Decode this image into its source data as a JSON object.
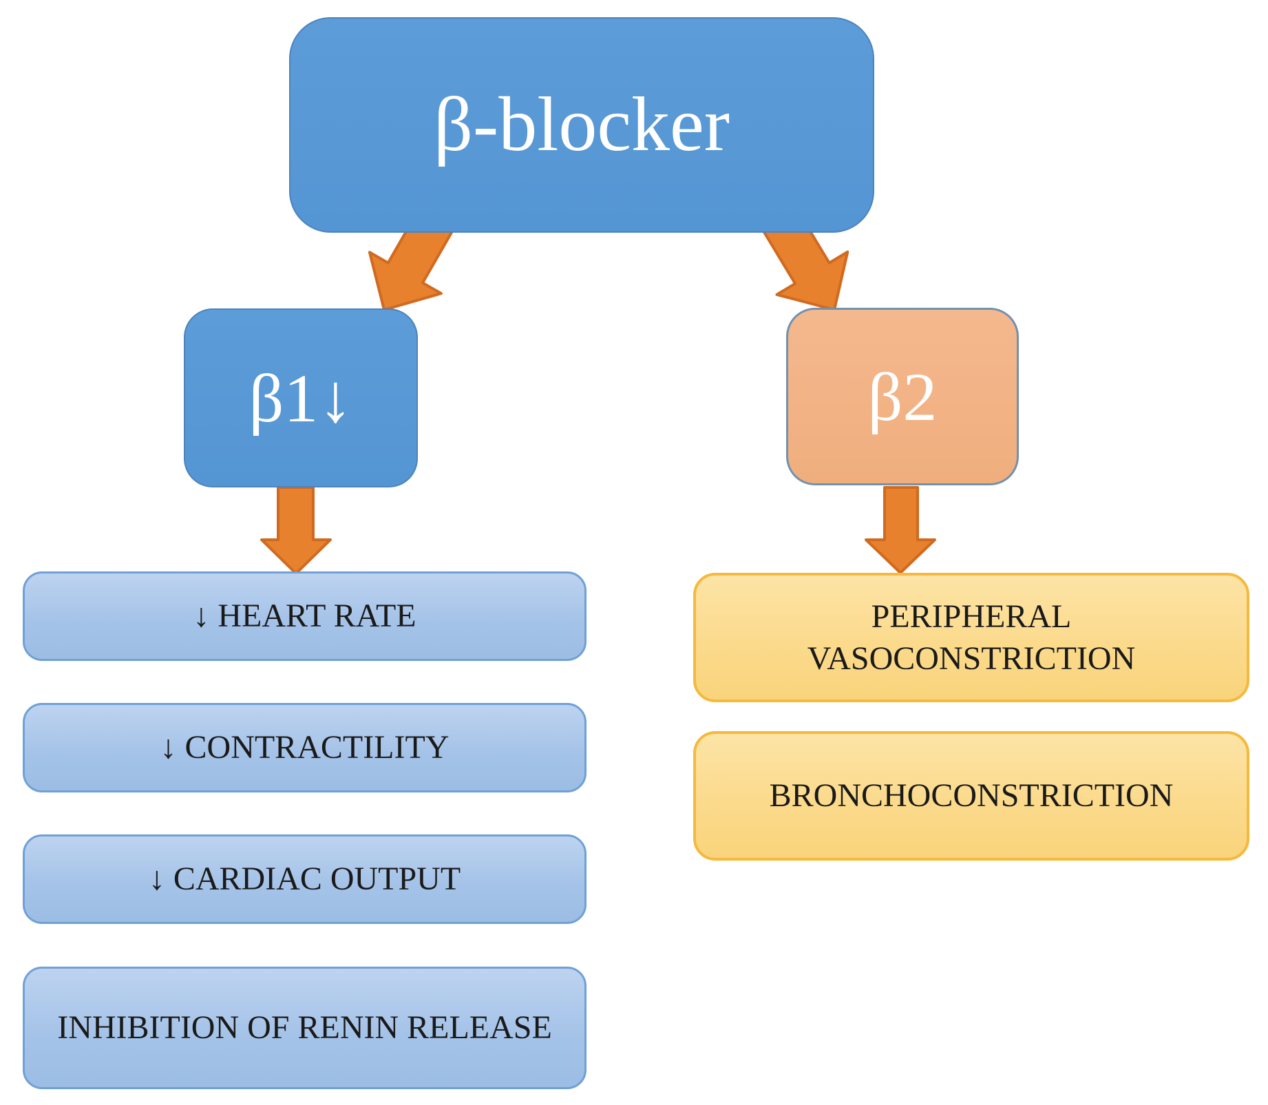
{
  "diagram": {
    "root_label": "β-blocker",
    "beta1_label": "β1↓",
    "beta2_label": "β2",
    "beta1_effects": [
      "↓ HEART RATE",
      "↓ CONTRACTILITY",
      "↓ CARDIAC OUTPUT",
      "INHIBITION OF RENIN RELEASE"
    ],
    "beta2_effects": [
      "PERIPHERAL VASOCONSTRICTION",
      "BRONCHOCONSTRICTION"
    ],
    "colors": {
      "node_blue": "#5899D6",
      "node_blue_border": "#4D83BB",
      "node_peach": "#F2B285",
      "node_peach_border": "#7291AD",
      "effect_blue_fill": "#A9C5E8",
      "effect_blue_border": "#6FA0D6",
      "effect_yellow_fill": "#FAD98A",
      "effect_yellow_border": "#F5B93E",
      "arrow_fill": "#E8812D",
      "arrow_border": "#D06A20",
      "node_text": "#FFFFFF",
      "effect_text": "#1A1A1A",
      "background": "#FFFFFF"
    }
  }
}
